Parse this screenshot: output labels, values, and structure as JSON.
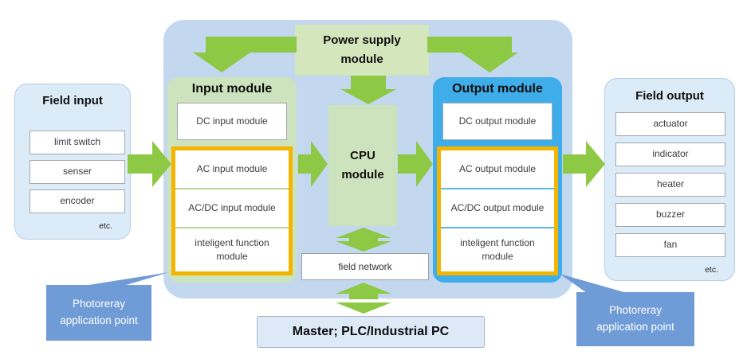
{
  "diagram": {
    "field_input": {
      "title": "Field input",
      "items": [
        "limit switch",
        "senser",
        "encoder"
      ],
      "etc_label": "etc."
    },
    "input_module": {
      "title": "Input module",
      "dc_item": "DC input module",
      "highlight_items": [
        "AC input module",
        "AC/DC input module",
        "inteligent function module"
      ]
    },
    "power_supply": {
      "line1": "Power supply",
      "line2": "module"
    },
    "cpu": {
      "line1": "CPU",
      "line2": "module"
    },
    "field_network": {
      "label": "field network"
    },
    "master": {
      "label": "Master; PLC/Industrial PC"
    },
    "output_module": {
      "title": "Output module",
      "dc_item": "DC output module",
      "highlight_items": [
        "AC output module",
        "AC/DC output module",
        "inteligent function module"
      ]
    },
    "field_output": {
      "title": "Field output",
      "items": [
        "actuator",
        "indicator",
        "heater",
        "buzzer",
        "fan"
      ],
      "etc_label": "etc."
    },
    "callout_left": {
      "line1": "Photoreray",
      "line2": "application point"
    },
    "callout_right": {
      "line1": "Photoreray",
      "line2": "application point"
    },
    "colors": {
      "container_bg": "#c3d8ee",
      "field_box_bg": "#dcebf8",
      "green_panel_bg": "#cde3bd",
      "power_supply_bg": "#d4e6bc",
      "output_panel_bg": "#3fade9",
      "arrow_green": "#8dc944",
      "highlight_border": "#f4b500",
      "input_divider": "#b9d79b",
      "output_divider": "#55b9e8",
      "callout_bg": "#6f9bd6",
      "master_bg": "#dde9f7"
    }
  }
}
